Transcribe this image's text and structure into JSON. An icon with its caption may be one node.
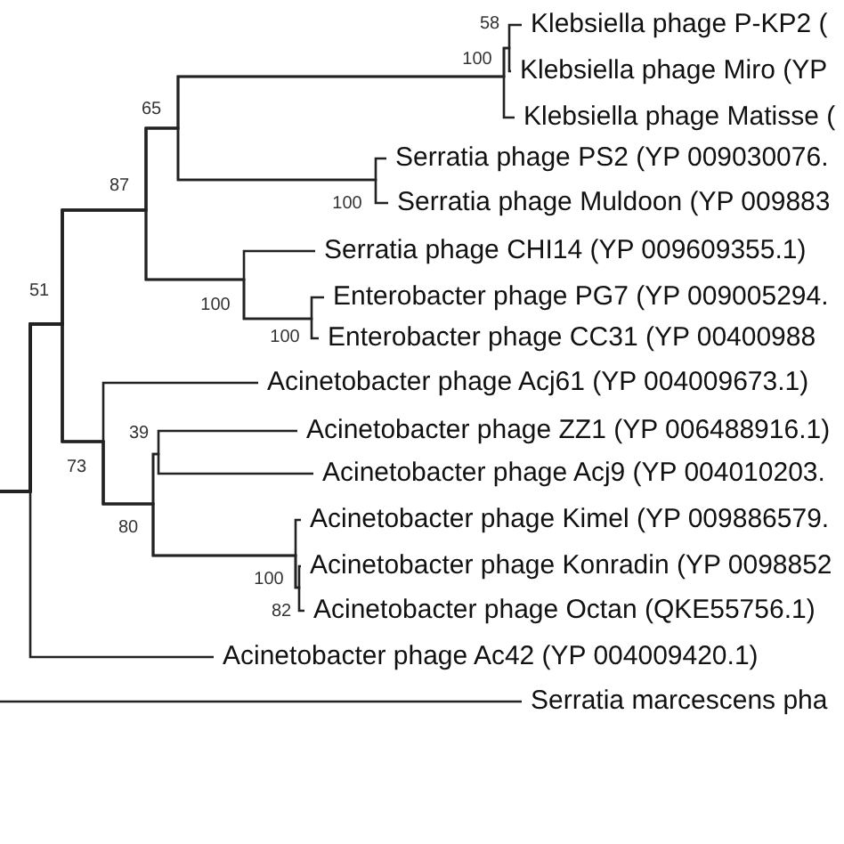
{
  "diagram": {
    "nodes": [
      {
        "text": [
          "Klebsiella phage P-KP2 ("
        ]
      },
      {
        "text": [
          "Klebsiella phage Miro (YP"
        ]
      },
      {
        "text": [
          "Klebsiella phage Matisse ("
        ]
      },
      {
        "text": [
          "Serratia phage PS2 (YP 009030076."
        ]
      },
      {
        "text": [
          "Serratia phage Muldoon (YP 009883"
        ]
      },
      {
        "text": [
          "Serratia phage CHI14 (YP 009609355.1)"
        ]
      },
      {
        "text": [
          "Enterobacter phage PG7 (YP 009005294."
        ]
      },
      {
        "text": [
          "Enterobacter phage CC31 (YP 00400988"
        ]
      },
      {
        "text": [
          "Acinetobacter phage Acj61 (YP 004009673.1)"
        ]
      },
      {
        "text": [
          "Acinetobacter phage ZZ1 (YP 006488916.1)"
        ]
      },
      {
        "text": [
          "Acinetobacter phage Acj9 (YP 004010203."
        ]
      },
      {
        "text": [
          "Acinetobacter phage Kimel (YP 009886579."
        ]
      },
      {
        "text": [
          "Acinetobacter phage Konradin (YP 0098852"
        ]
      },
      {
        "text": [
          "Acinetobacter phage Octan (QKE55756.1)"
        ]
      },
      {
        "text": [
          "Acinetobacter phage Ac42 (YP 004009420.1)"
        ]
      },
      {
        "text": [
          "Serratia marcescens pha"
        ]
      }
    ],
    "edges": [
      {
        "from": null,
        "to": 0,
        "arrow": "none"
      },
      {
        "from": null,
        "to": 1,
        "arrow": "none"
      },
      {
        "from": null,
        "to": 2,
        "arrow": "none"
      },
      {
        "from": null,
        "to": 3,
        "arrow": "none"
      },
      {
        "from": null,
        "to": 4,
        "arrow": "none"
      },
      {
        "from": null,
        "to": 5,
        "arrow": "none"
      },
      {
        "from": null,
        "to": 6,
        "arrow": "none"
      },
      {
        "from": null,
        "to": 7,
        "arrow": "none"
      },
      {
        "from": null,
        "to": 8,
        "arrow": "none"
      },
      {
        "from": null,
        "to": 9,
        "arrow": "none"
      },
      {
        "from": null,
        "to": 10,
        "arrow": "none"
      },
      {
        "from": null,
        "to": 11,
        "arrow": "none"
      },
      {
        "from": null,
        "to": 12,
        "arrow": "none"
      },
      {
        "from": null,
        "to": 13,
        "arrow": "none"
      },
      {
        "from": null,
        "to": 14,
        "arrow": "none"
      },
      {
        "from": null,
        "to": 15,
        "arrow": "none"
      }
    ],
    "labels": [
      "58",
      "100",
      "65",
      "87",
      "100",
      "51",
      "100",
      "100",
      "39",
      "73",
      "80",
      "100",
      "82"
    ]
  }
}
